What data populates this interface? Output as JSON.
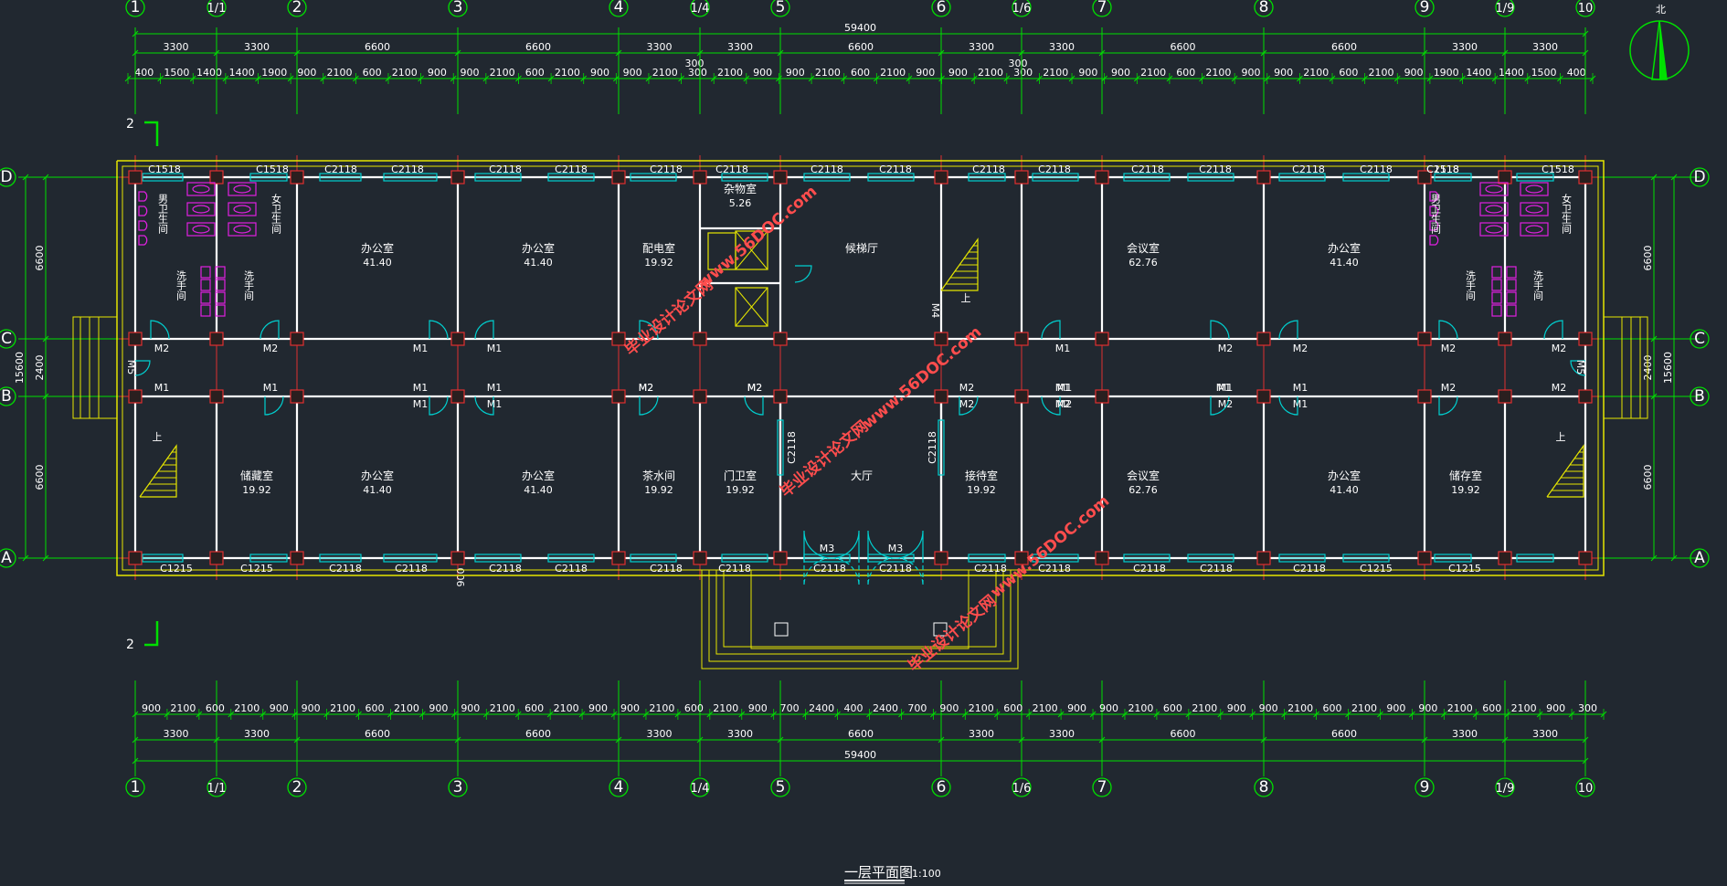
{
  "drawing": {
    "title": "一层平面图",
    "scale": "1:100",
    "north_label": "北",
    "section_mark": "2",
    "colors": {
      "background": "#212830",
      "axis": "#00e000",
      "wall": "#ffffff",
      "outline": "#e6e600",
      "window": "#00d0d0",
      "door": "#00d0d0",
      "fixture": "#e020e0",
      "column": "#e03030"
    }
  },
  "axes": {
    "vertical": [
      "1",
      "1/1",
      "2",
      "3",
      "4",
      "1/4",
      "5",
      "6",
      "1/6",
      "7",
      "8",
      "9",
      "1/9",
      "10"
    ],
    "horizontal": [
      "D",
      "C",
      "B",
      "A"
    ]
  },
  "dimensions": {
    "top_total": "59400",
    "top_axis": [
      "3300",
      "3300",
      "6600",
      "6600",
      "3300",
      "3300",
      "6600",
      "3300",
      "3300",
      "6600",
      "6600",
      "3300",
      "3300"
    ],
    "top_detail": [
      "400",
      "1500",
      "1400",
      "1400",
      "1900",
      "900",
      "2100",
      "600",
      "2100",
      "900",
      "900",
      "2100",
      "600",
      "2100",
      "900",
      "900",
      "2100",
      "300",
      "2100",
      "900",
      "900",
      "2100",
      "600",
      "2100",
      "900",
      "900",
      "2100",
      "300",
      "2100",
      "900",
      "900",
      "2100",
      "600",
      "2100",
      "900",
      "900",
      "2100",
      "600",
      "2100",
      "900",
      "1900",
      "1400",
      "1400",
      "1500",
      "400"
    ],
    "top_extra": [
      "300",
      "300"
    ],
    "bottom_detail": [
      "900",
      "2100",
      "600",
      "2100",
      "900",
      "900",
      "2100",
      "600",
      "2100",
      "900",
      "900",
      "2100",
      "600",
      "2100",
      "900",
      "900",
      "2100",
      "600",
      "2100",
      "900",
      "700",
      "2400",
      "400",
      "2400",
      "700",
      "900",
      "2100",
      "600",
      "2100",
      "900",
      "900",
      "2100",
      "600",
      "2100",
      "900",
      "900",
      "2100",
      "600",
      "2100",
      "900",
      "900",
      "2100",
      "600",
      "2100",
      "900",
      "300"
    ],
    "bottom_axis": [
      "3300",
      "3300",
      "6600",
      "6600",
      "3300",
      "3300",
      "6600",
      "3300",
      "3300",
      "6600",
      "6600",
      "3300",
      "3300"
    ],
    "bottom_total": "59400",
    "left_spans": [
      "6600",
      "2400",
      "6600"
    ],
    "left_total": "15600",
    "right_spans": [
      "6600",
      "2400",
      "6600"
    ],
    "right_total": "15600",
    "step_dim": "900"
  },
  "rooms": [
    {
      "name": "办公室",
      "area": "41.40"
    },
    {
      "name": "办公室",
      "area": "41.40"
    },
    {
      "name": "配电室",
      "area": "19.92"
    },
    {
      "name": "杂物室",
      "area": "5.26"
    },
    {
      "name": "候梯厅",
      "area": ""
    },
    {
      "name": "会议室",
      "area": "62.76"
    },
    {
      "name": "办公室",
      "area": "41.40"
    },
    {
      "name": "储藏室",
      "area": "19.92"
    },
    {
      "name": "办公室",
      "area": "41.40"
    },
    {
      "name": "办公室",
      "area": "41.40"
    },
    {
      "name": "茶水间",
      "area": "19.92"
    },
    {
      "name": "门卫室",
      "area": "19.92"
    },
    {
      "name": "大厅",
      "area": ""
    },
    {
      "name": "接待室",
      "area": "19.92"
    },
    {
      "name": "会议室",
      "area": "62.76"
    },
    {
      "name": "办公室",
      "area": "41.40"
    },
    {
      "name": "储存室",
      "area": "19.92"
    }
  ],
  "vertical_texts": [
    "男卫生间",
    "女卫生间",
    "洗手间",
    "洗手间",
    "男卫生间",
    "女卫生间",
    "洗手间",
    "洗手间"
  ],
  "window_labels": [
    "C1518",
    "C1518",
    "C2118",
    "C2118",
    "C2118",
    "C2118",
    "C2118",
    "C2118",
    "C2118",
    "C2118",
    "C2118",
    "C2118",
    "C2118",
    "C2118",
    "C2118",
    "C2118",
    "C2118",
    "C1518",
    "C1518",
    "C1215",
    "C1215",
    "C2118",
    "C2118",
    "C2118",
    "C2118",
    "C2118",
    "C2118",
    "C2118",
    "C2118",
    "C2118",
    "C2118",
    "C2118",
    "C2118",
    "C2118",
    "C1215",
    "C1215",
    "C2118",
    "C2118"
  ],
  "door_labels": [
    "M2",
    "M2",
    "M1",
    "M1",
    "M1",
    "M1",
    "M1",
    "M2",
    "M2",
    "M2",
    "M1",
    "M1",
    "M1",
    "M1",
    "M2",
    "M2",
    "M2",
    "M2",
    "M1",
    "M1",
    "M2",
    "M2",
    "M2",
    "M2",
    "M1",
    "M1",
    "M1",
    "M1",
    "M2",
    "M2",
    "M3",
    "M3",
    "M4",
    "M5",
    "M5",
    "M2",
    "M2"
  ],
  "stair_labels": [
    "上",
    "上",
    "上"
  ],
  "watermarks": [
    "毕业设计论文网",
    "www.56DOC.com",
    "毕业设计论文网",
    "www.56DOC.com",
    "毕业设计论文网",
    "www.56DOC.com",
    "毕业设计论文网",
    "www.56DOC.com"
  ]
}
